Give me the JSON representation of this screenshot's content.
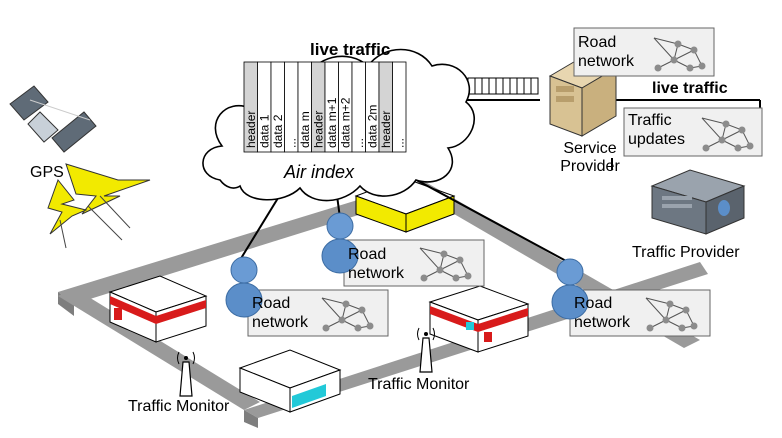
{
  "satellite": {
    "label": "GPS"
  },
  "cloud": {
    "title": "live traffic",
    "caption": "Air index",
    "index_cells": [
      "header",
      "data 1",
      "data 2",
      "...",
      "data m",
      "header",
      "data m+1",
      "data m+2",
      "...",
      "data 2m",
      "header",
      "..."
    ]
  },
  "service_provider": {
    "label_line1": "Service",
    "label_line2": "Provider"
  },
  "live_traffic_link": {
    "label": "live traffic"
  },
  "traffic_updates": {
    "line1": "Traffic",
    "line2": "updates"
  },
  "traffic_provider": {
    "label": "Traffic Provider"
  },
  "road_network_boxes": [
    {
      "line1": "Road",
      "line2": "network"
    },
    {
      "line1": "Road",
      "line2": "network"
    },
    {
      "line1": "Road",
      "line2": "network"
    },
    {
      "line1": "Road",
      "line2": "network"
    }
  ],
  "traffic_monitors": [
    {
      "label": "Traffic Monitor"
    },
    {
      "label": "Traffic Monitor"
    }
  ],
  "colors": {
    "road": "#9a9a9a",
    "graph_node": "#8c8c8c",
    "box_fill": "#f0f0f0",
    "user": "#5b8ec9",
    "red_stripe": "#d81b1b",
    "yellow_building": "#f2ea00",
    "cyan_building": "#22c9d8"
  }
}
